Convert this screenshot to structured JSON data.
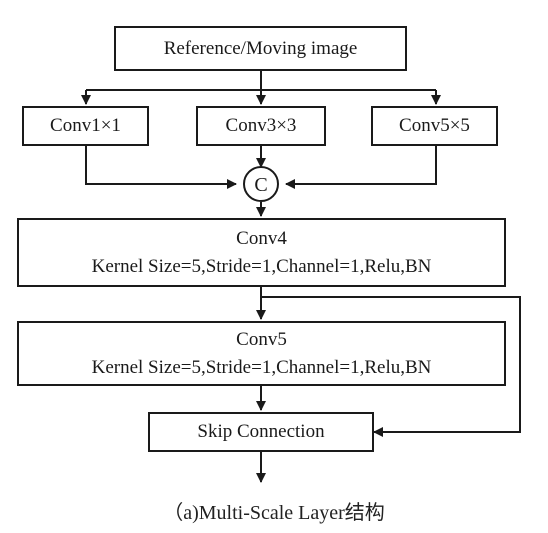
{
  "nodes": {
    "input": {
      "label": "Reference/Moving  image"
    },
    "conv1": {
      "label": "Conv1×1"
    },
    "conv3": {
      "label": "Conv3×3"
    },
    "conv5a": {
      "label": "Conv5×5"
    },
    "concat": {
      "label": "C"
    },
    "conv4": {
      "title": "Conv4",
      "detail": "Kernel  Size=5,Stride=1,Channel=1,Relu,BN"
    },
    "conv5": {
      "title": "Conv5",
      "detail": "Kernel  Size=5,Stride=1,Channel=1,Relu,BN"
    },
    "skip": {
      "label": "Skip  Connection"
    }
  },
  "caption": "（a)Multi-Scale  Layer结构"
}
